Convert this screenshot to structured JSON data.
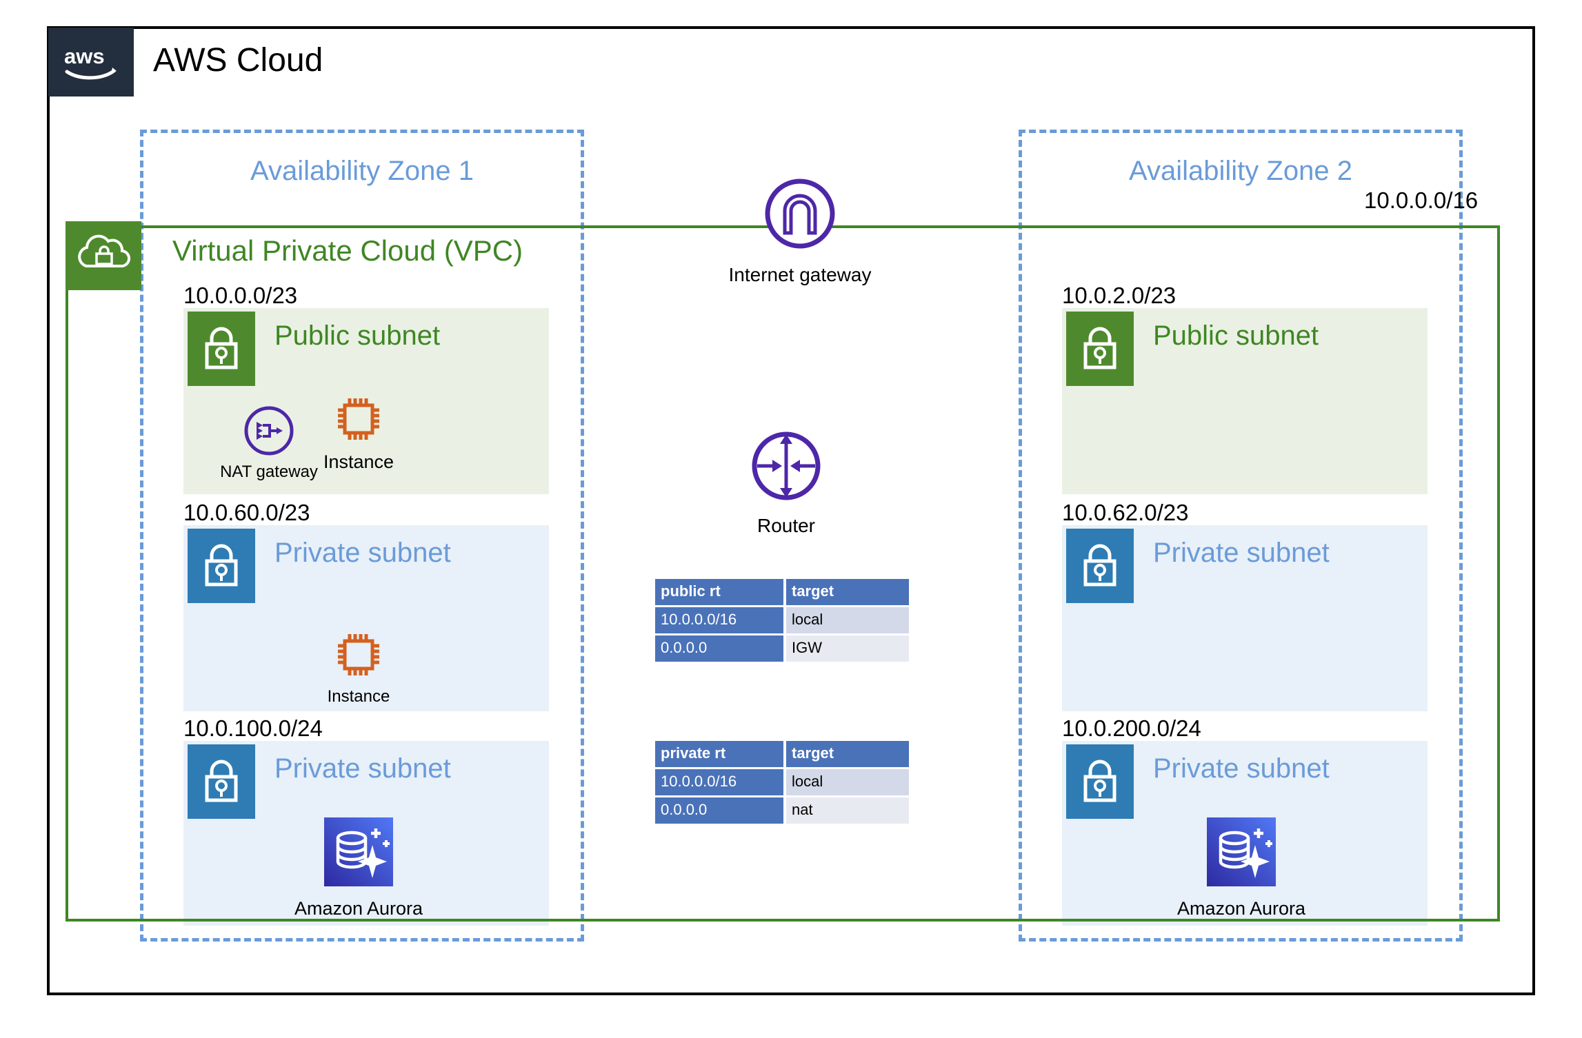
{
  "cloud": {
    "logo_alt": "aws-logo",
    "title": "AWS Cloud"
  },
  "vpc": {
    "title": "Virtual Private Cloud (VPC)",
    "cidr": "10.0.0.0/16",
    "icon": "vpc-cloud-lock-icon",
    "border_color": "#3f8624",
    "badge_color": "#4e8a2d"
  },
  "availability_zones": [
    {
      "label": "Availability Zone 1"
    },
    {
      "label": "Availability Zone 2"
    }
  ],
  "subnets": [
    {
      "zone": 1,
      "cidr": "10.0.0.0/23",
      "title": "Public subnet",
      "kind": "public",
      "nodes": [
        {
          "name": "NAT gateway",
          "icon": "nat-gateway-icon"
        },
        {
          "name": "Instance",
          "icon": "instance-chip-icon"
        }
      ]
    },
    {
      "zone": 1,
      "cidr": "10.0.60.0/23",
      "title": "Private subnet",
      "kind": "private",
      "nodes": [
        {
          "name": "Instance",
          "icon": "instance-chip-icon"
        }
      ]
    },
    {
      "zone": 1,
      "cidr": "10.0.100.0/24",
      "title": "Private subnet",
      "kind": "private",
      "nodes": [
        {
          "name": "Amazon Aurora",
          "icon": "amazon-aurora-icon"
        }
      ]
    },
    {
      "zone": 2,
      "cidr": "10.0.2.0/23",
      "title": "Public subnet",
      "kind": "public",
      "nodes": []
    },
    {
      "zone": 2,
      "cidr": "10.0.62.0/23",
      "title": "Private subnet",
      "kind": "private",
      "nodes": []
    },
    {
      "zone": 2,
      "cidr": "10.0.200.0/24",
      "title": "Private subnet",
      "kind": "private",
      "nodes": [
        {
          "name": "Amazon Aurora",
          "icon": "amazon-aurora-icon"
        }
      ]
    }
  ],
  "center": {
    "internet_gateway": {
      "label": "Internet gateway",
      "icon": "internet-gateway-icon"
    },
    "router": {
      "label": "Router",
      "icon": "router-icon"
    }
  },
  "route_tables": [
    {
      "id": "public-route-table",
      "headers": [
        "public rt",
        "target"
      ],
      "rows": [
        [
          "10.0.0.0/16",
          "local"
        ],
        [
          "0.0.0.0",
          "IGW"
        ]
      ]
    },
    {
      "id": "private-route-table",
      "headers": [
        "private rt",
        "target"
      ],
      "rows": [
        [
          "10.0.0.0/16",
          "local"
        ],
        [
          "0.0.0.0",
          "nat"
        ]
      ]
    }
  ],
  "colors": {
    "aws_navy": "#232f3e",
    "vpc_green": "#3f8624",
    "subnet_green_badge": "#4e8a2d",
    "subnet_blue_badge": "#2e7cb3",
    "az_blue": "#6a9bd8",
    "public_fill": "#eaf1e4",
    "private_fill": "#e8f0f9",
    "purple": "#4d27a8",
    "orange": "#d4601f",
    "table_header": "#4a72b8"
  }
}
